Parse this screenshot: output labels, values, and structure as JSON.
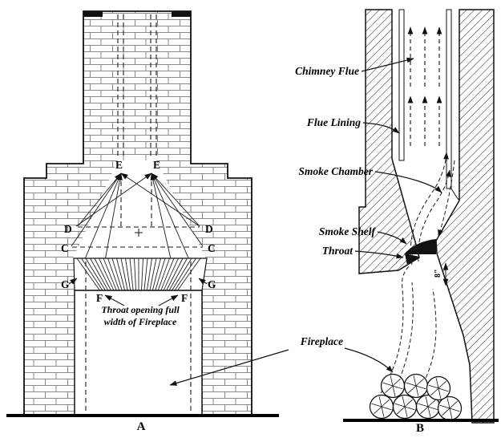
{
  "figure": {
    "view_a": {
      "label": "A",
      "points": {
        "E_left": "E",
        "E_right": "E",
        "D_left": "D",
        "D_right": "D",
        "C_left": "C",
        "C_right": "C",
        "G_left": "G",
        "G_right": "G",
        "F_left": "F",
        "F_right": "F"
      },
      "note_line1": "Throat opening full",
      "note_line2": "width of Fireplace"
    },
    "view_b": {
      "label": "B",
      "callouts": {
        "chimney_flue": "Chimney Flue",
        "flue_lining": "Flue Lining",
        "smoke_chamber": "Smoke Chamber",
        "smoke_shelf": "Smoke Shelf",
        "throat": "Throat",
        "fireplace": "Fireplace"
      },
      "throat_dimension": "8\""
    }
  }
}
